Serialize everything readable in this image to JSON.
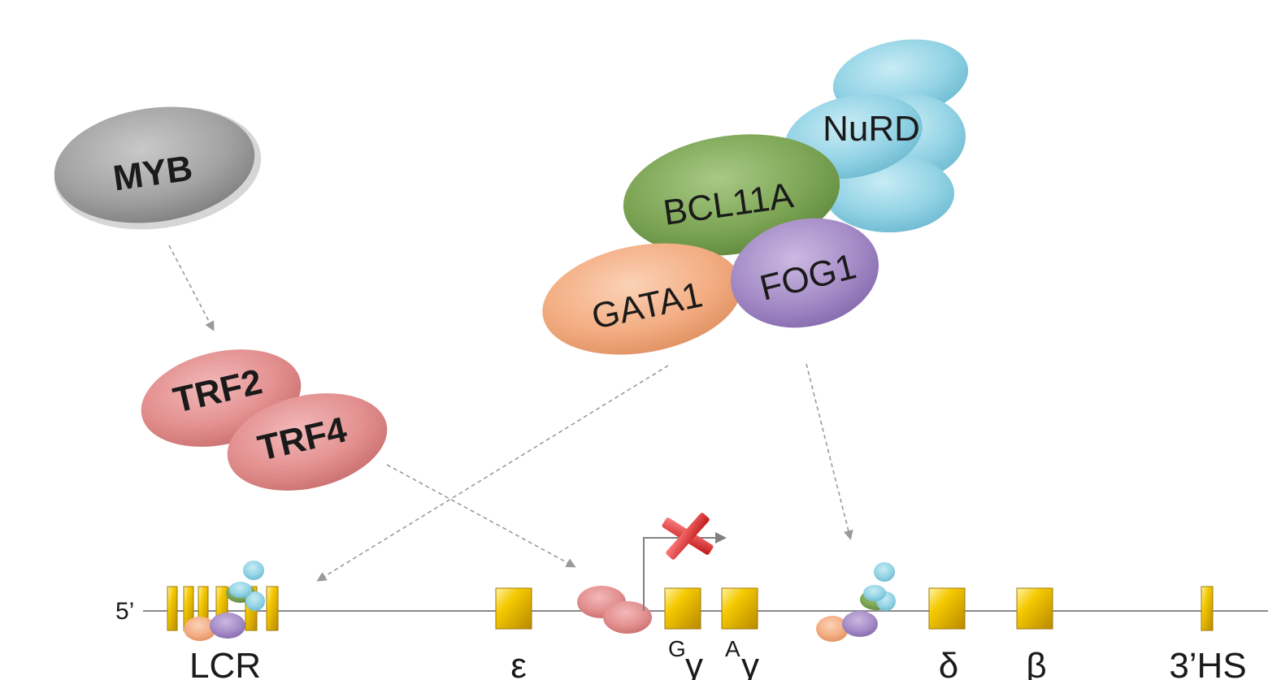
{
  "proteins": {
    "myb": "MYB",
    "trf2": "TRF2",
    "trf4": "TRF4",
    "nurd": "NuRD",
    "bcl11a": "BCL11A",
    "gata1": "GATA1",
    "fog1": "FOG1"
  },
  "locus": {
    "five_prime": "5’",
    "lcr": "LCR",
    "epsilon": "ε",
    "g_gamma_sup": "G",
    "g_gamma": "γ",
    "a_gamma_sup": "A",
    "a_gamma": "γ",
    "delta": "δ",
    "beta": "β",
    "three_hs": "3’HS"
  },
  "colors": {
    "myb": "#9e9e9e",
    "trf": "#e38f8f",
    "nurd": "#8fd0e2",
    "bcl11a": "#79a350",
    "gata1": "#f3ad82",
    "fog1": "#a58cc7",
    "gene": "#e6b800",
    "repress_x": "#e23030",
    "arrow": "#8c8c8c"
  }
}
